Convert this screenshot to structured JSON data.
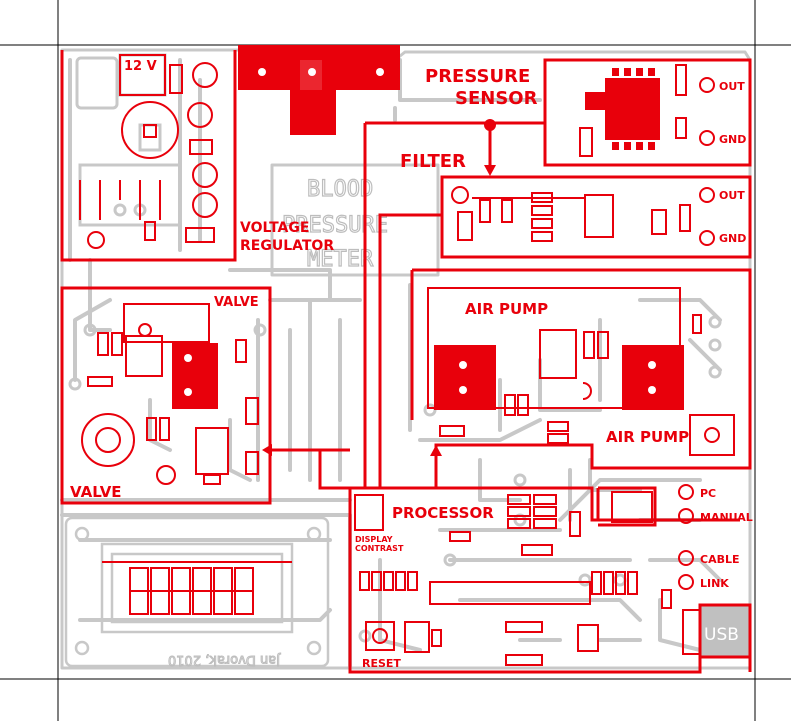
{
  "colors": {
    "accent": "#e8000b",
    "trace": "#c8c8c8",
    "usb_fill": "#c0c0c0"
  },
  "labels": {
    "pressure_sensor_line1": "PRESSURE",
    "pressure_sensor_line2": "SENSOR",
    "filter": "FILTER",
    "voltage_regulator_line1": "VOLTAGE",
    "voltage_regulator_line2": "REGULATOR",
    "twelve_volt": "12 V",
    "valve_top": "VALVE",
    "valve_bottom": "VALVE",
    "air_pump_top": "AIR PUMP",
    "air_pump_bottom": "AIR PUMP",
    "processor": "PROCESSOR",
    "display_contrast_line1": "DISPLAY",
    "display_contrast_line2": "CONTRAST",
    "reset": "RESET",
    "usb": "USB",
    "out_top": "OUT",
    "gnd_top": "GND",
    "out_filter": "OUT",
    "gnd_filter": "GND",
    "pc": "PC",
    "manual": "MANUAL",
    "cable": "CABLE",
    "link": "LINK",
    "silk_blood": "BLOOD",
    "silk_pressure": "PRESSURE",
    "silk_meter": "METER",
    "silk_author": "Jan Dvorak, 2010"
  }
}
